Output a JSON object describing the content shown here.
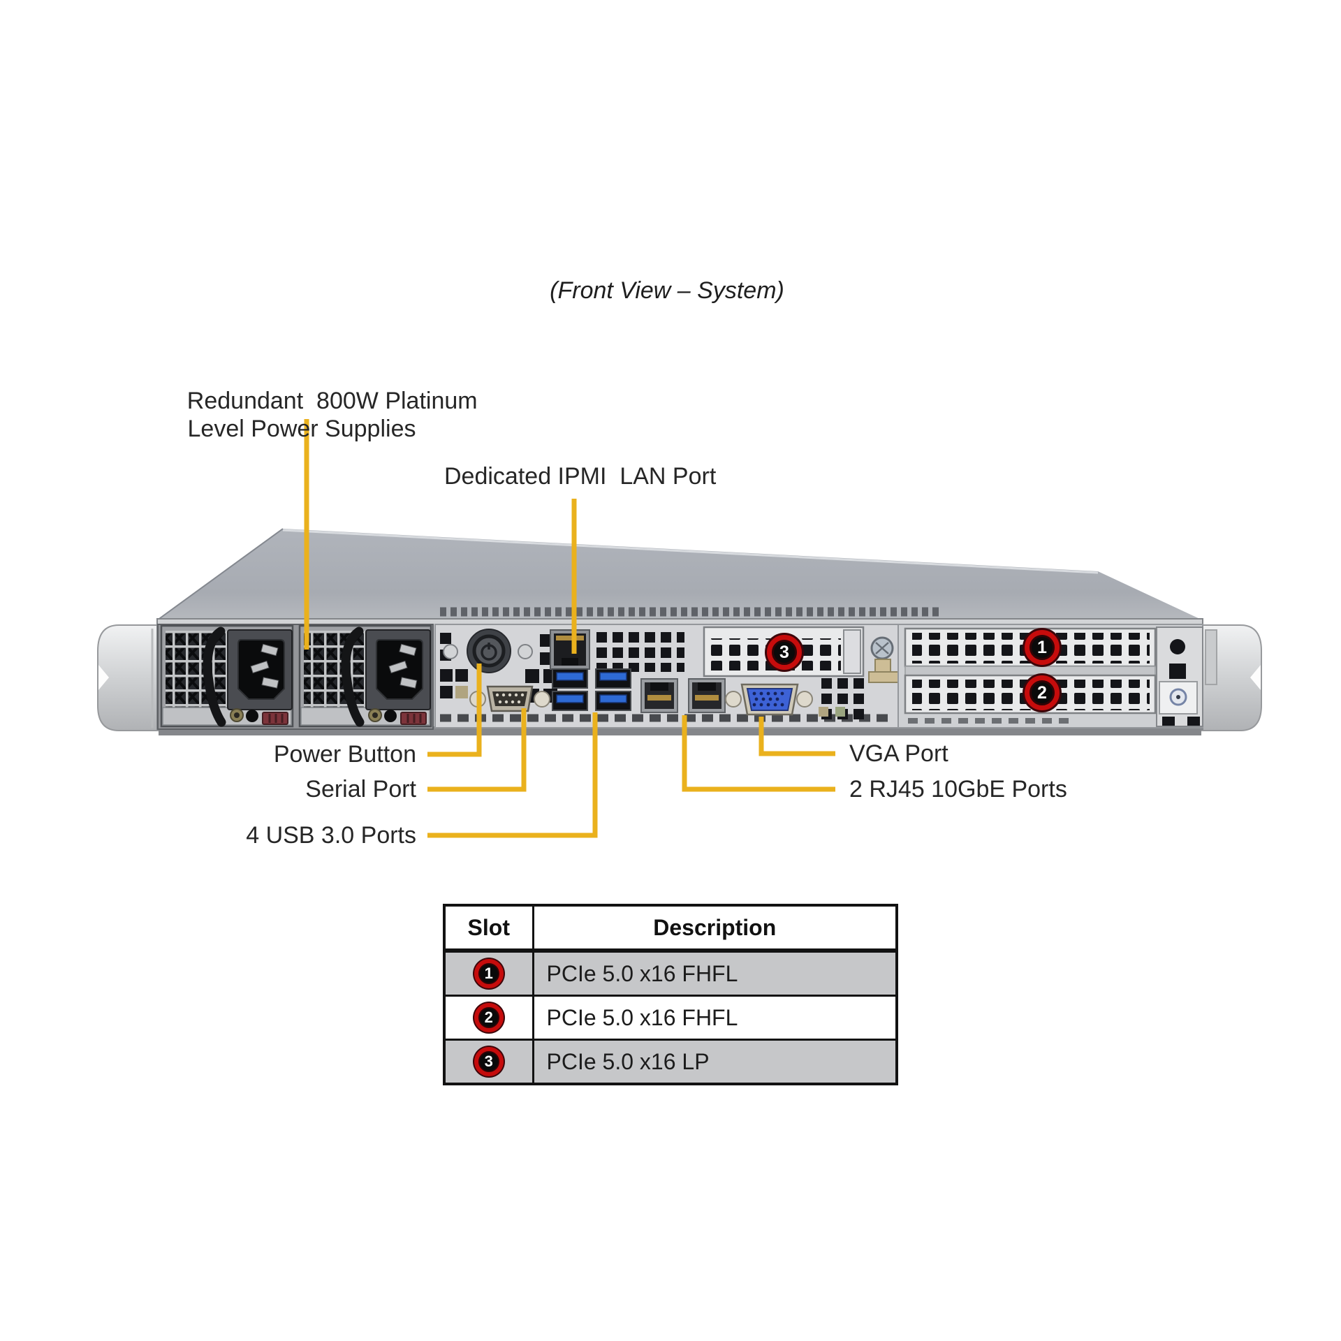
{
  "title": "(Front View – System)",
  "callouts": {
    "psu": {
      "line1": "Redundant  800W Platinum",
      "line2": "Level Power Supplies"
    },
    "ipmi": "Dedicated IPMI  LAN Port",
    "power_button": "Power Button",
    "serial_port": "Serial Port",
    "usb": "4 USB 3.0 Ports",
    "vga": "VGA Port",
    "rj45": "2 RJ45 10GbE Ports"
  },
  "slot_markers": {
    "slot1": "1",
    "slot2": "2",
    "slot3": "3"
  },
  "table": {
    "headers": {
      "slot": "Slot",
      "description": "Description"
    },
    "rows": [
      {
        "slot": "1",
        "description": "PCIe 5.0 x16 FHFL"
      },
      {
        "slot": "2",
        "description": "PCIe 5.0 x16 FHFL"
      },
      {
        "slot": "3",
        "description": "PCIe 5.0 x16 LP"
      }
    ]
  },
  "colors": {
    "callout": "#eab11d",
    "marker_ring": "#c60c0c",
    "row_shade": "#c6c7c9"
  }
}
